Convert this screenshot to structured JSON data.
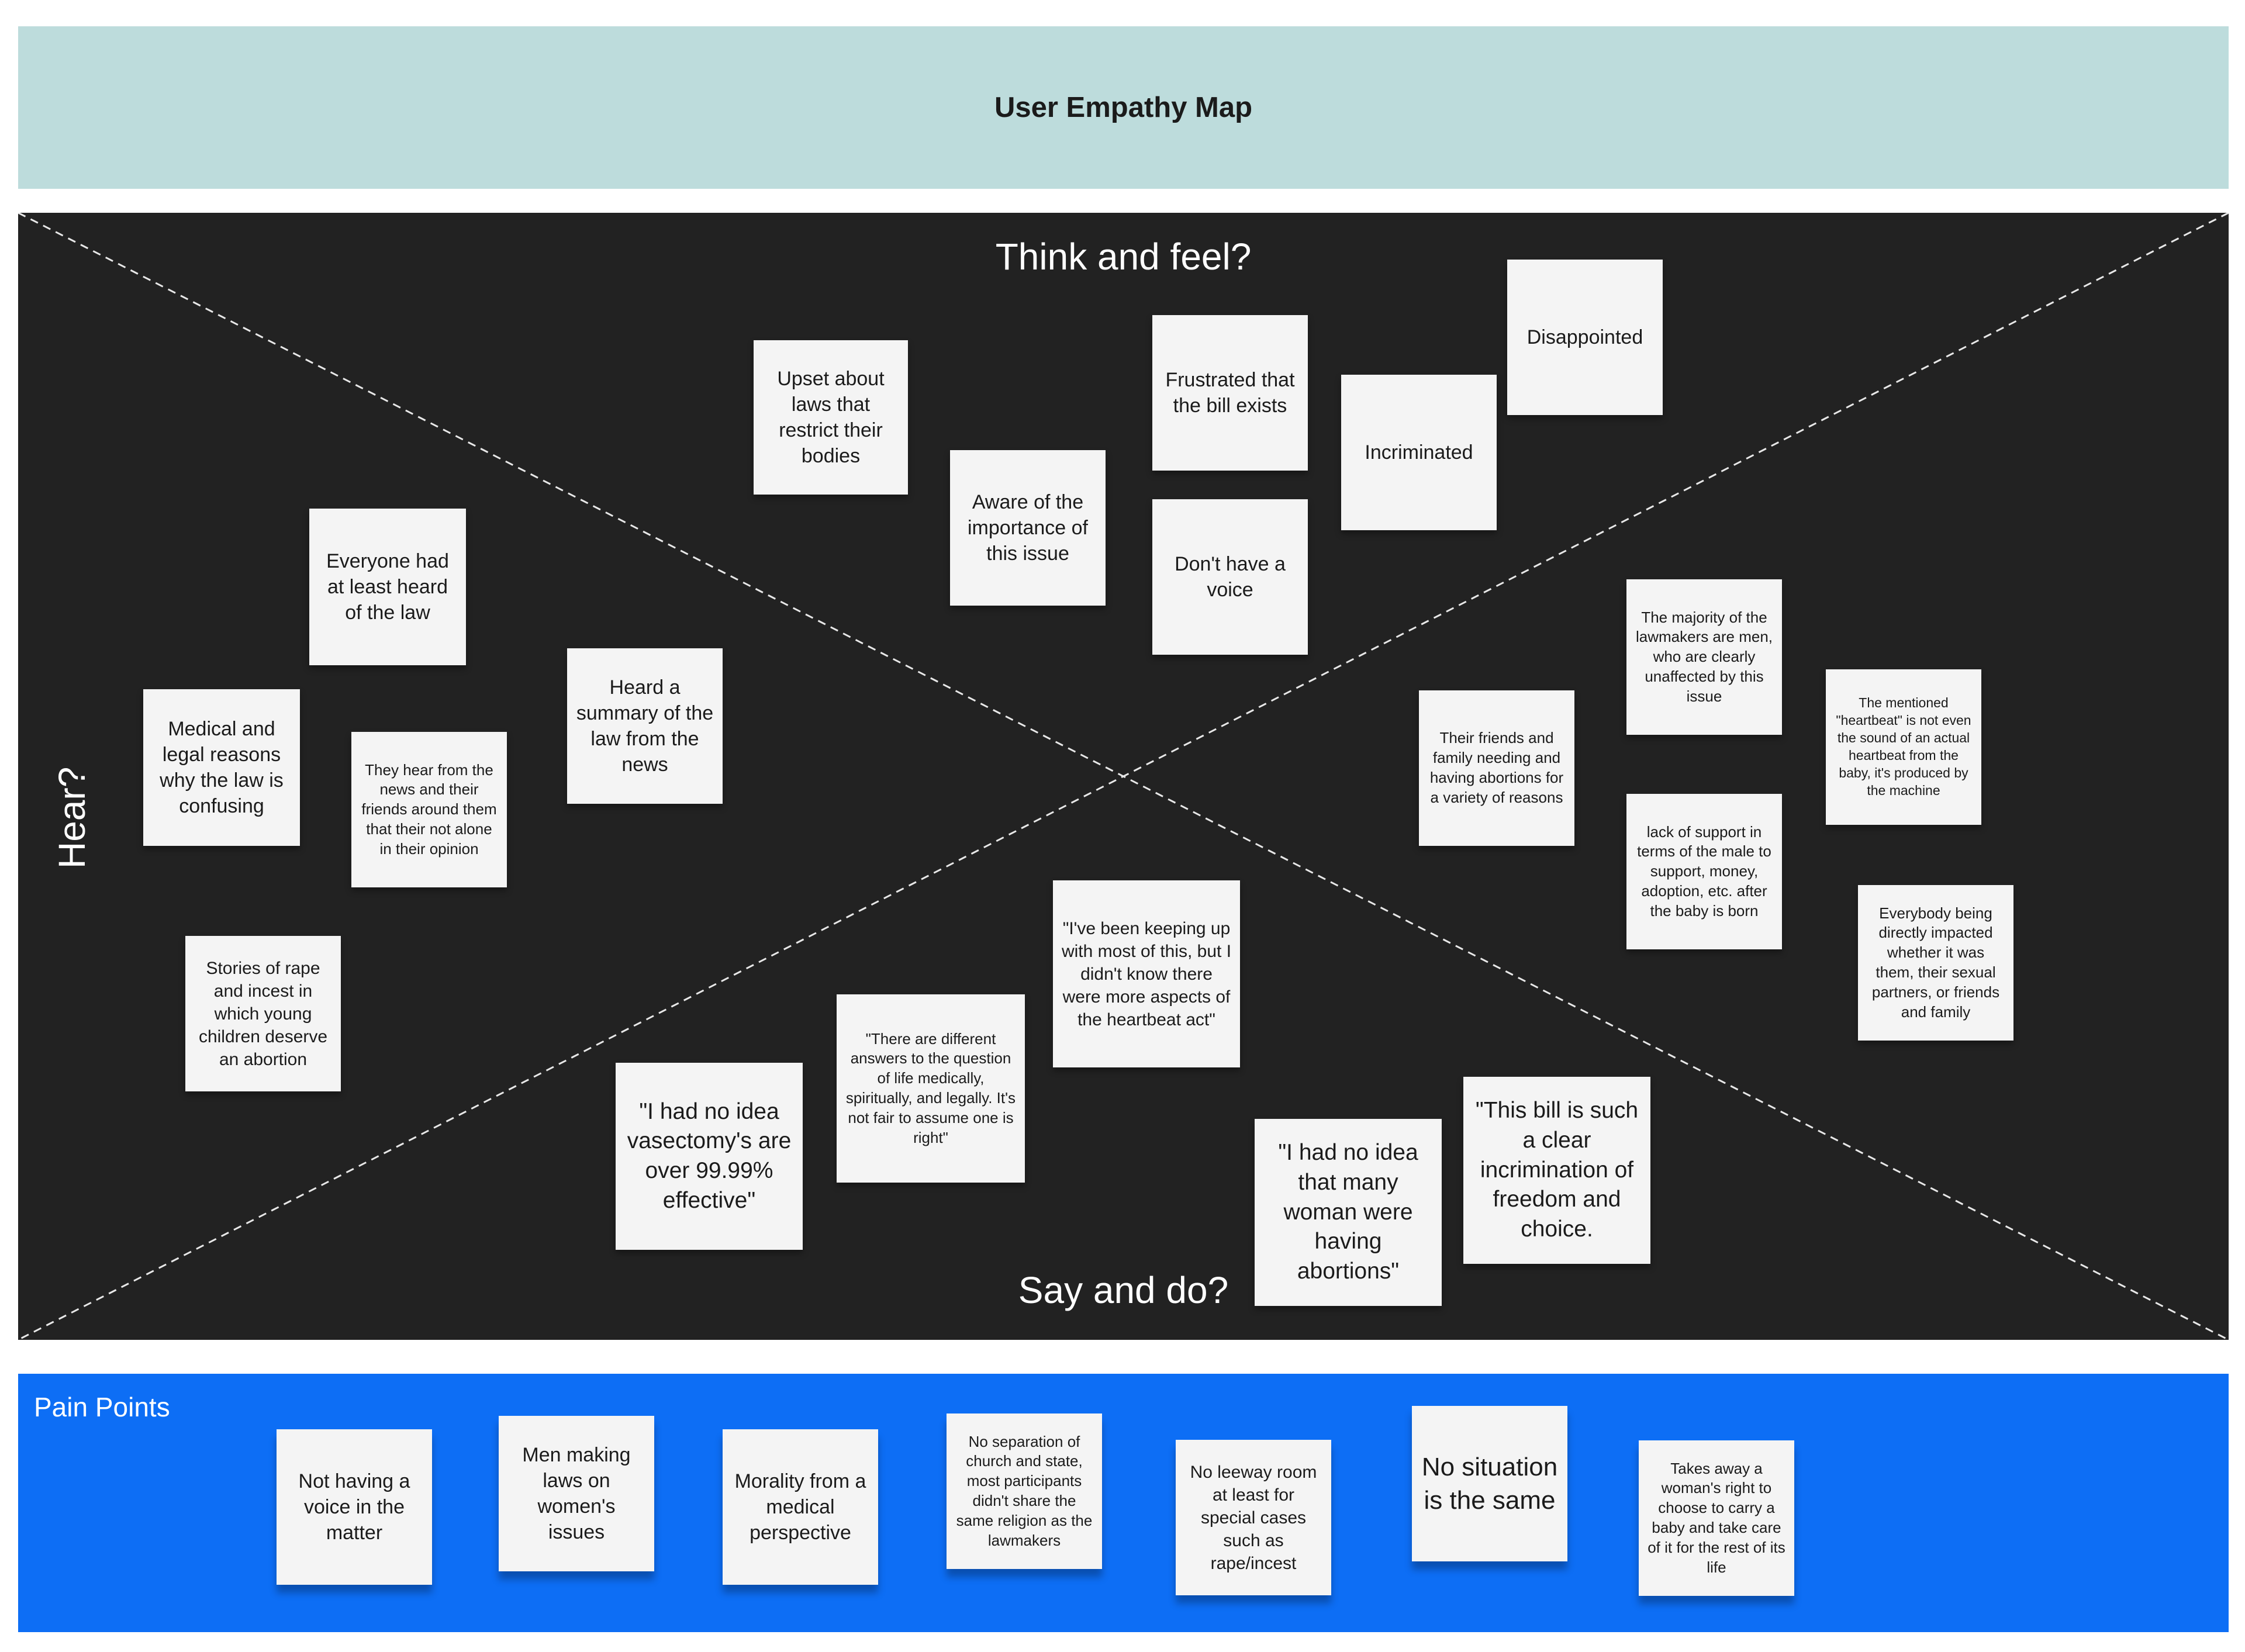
{
  "header": {
    "title": "User Empathy Map"
  },
  "board": {
    "labels": {
      "think": "Think and feel?",
      "say": "Say and do?",
      "hear": "Hear?"
    },
    "think_notes": [
      "Upset about laws that restrict their bodies",
      "Aware of the importance of this issue",
      "Frustrated that the bill exists",
      "Don't have a voice",
      "Incriminated",
      "Disappointed"
    ],
    "hear_notes": [
      "Everyone had at least heard of the law",
      "Heard a summary of the law from the news",
      "Medical and legal reasons why the law is confusing",
      "They hear from the news and their friends around them that their not alone in their opinion",
      "Stories of rape and incest in which young children deserve an abortion"
    ],
    "right_notes": [
      "The majority of the lawmakers are men, who are clearly unaffected by this issue",
      "Their friends and family needing and having abortions for a variety of reasons",
      "The mentioned \"heartbeat\" is not even the sound of an actual heartbeat from the baby, it's produced by the machine",
      "lack of support in terms of the male to support, money, adoption, etc. after the baby is born",
      "Everybody being directly impacted whether it was them, their sexual partners, or friends and family"
    ],
    "say_notes": [
      "\"I've been keeping up with most of this, but I didn't know there were more aspects of the heartbeat act\"",
      "\"There are different answers to the question of life medically, spiritually, and legally. It's not fair to assume one is right\"",
      "\"I had no idea vasectomy's are over 99.99% effective\"",
      "\"This bill is such a clear incrimination of freedom and choice.",
      "\"I had no idea that many woman were having abortions\""
    ]
  },
  "pain_points": {
    "title": "Pain Points",
    "notes": [
      "Not having a voice in the matter",
      "Men making laws on women's issues",
      "Morality from a medical perspective",
      "No separation of church and state, most participants didn't share the same religion as the lawmakers",
      "No leeway room at least for special cases such as rape/incest",
      "No situation is the same",
      "Takes away a woman's right to choose to carry a baby and take care of it for the rest of its life"
    ]
  },
  "colors": {
    "header_bg": "#bddcdc",
    "board_bg": "#222222",
    "note_bg": "#f4f4f4",
    "pain_bg": "#0d6ef5"
  }
}
